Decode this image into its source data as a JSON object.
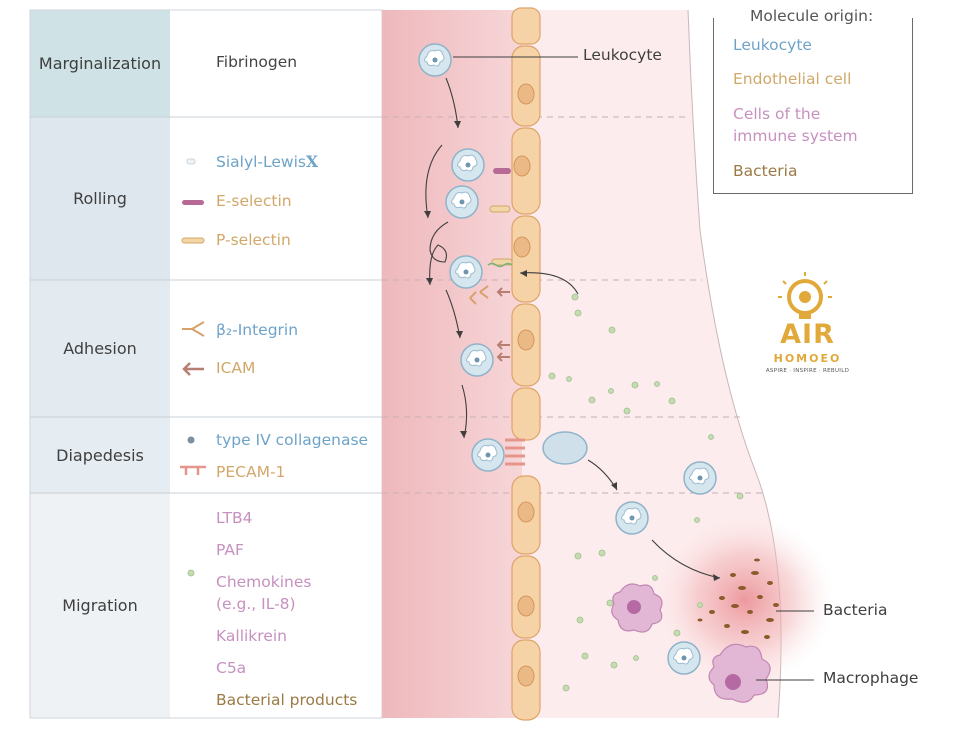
{
  "stages": [
    {
      "id": "marginalization",
      "label": "Marginalization"
    },
    {
      "id": "rolling",
      "label": "Rolling"
    },
    {
      "id": "adhesion",
      "label": "Adhesion"
    },
    {
      "id": "diapedesis",
      "label": "Diapedesis"
    },
    {
      "id": "migration",
      "label": "Migration"
    }
  ],
  "molecules": {
    "fibrinogen": "Fibrinogen",
    "sialyl_lewis": "Sialyl-Lewis",
    "sialyl_lewis_suffix": "X",
    "e_selectin": "E-selectin",
    "p_selectin": "P-selectin",
    "b2_integrin": "β₂-Integrin",
    "icam": "ICAM",
    "collagenase": "type IV collagenase",
    "pecam": "PECAM-1",
    "ltb4": "LTB4",
    "paf": "PAF",
    "chemokines_1": "Chemokines",
    "chemokines_2": "(e.g., IL-8)",
    "kallikrein": "Kallikrein",
    "c5a": "C5a",
    "bacterial_products": "Bacterial products"
  },
  "legend": {
    "title": "Molecule origin:",
    "items": [
      {
        "label": "Leukocyte",
        "color": "#6ea3c8"
      },
      {
        "label": "Endothelial cell",
        "color": "#d1a86a"
      },
      {
        "label": "Cells of the",
        "label_line2": "immune system",
        "color": "#c691bf"
      },
      {
        "label": "Bacteria",
        "color": "#9b7a45"
      }
    ]
  },
  "callouts": {
    "leukocyte": "Leukocyte",
    "bacteria": "Bacteria",
    "macrophage": "Macrophage"
  },
  "brand": {
    "name": "AIR",
    "sub": "HOMOEO",
    "tagline": "ASPIRE · INSPIRE · REBUILD",
    "color": "#e0a93a"
  },
  "colors": {
    "stage_marginalization": "#cfe3e6",
    "stage_other": "#dfe7ee",
    "vessel": "#f1c9cc",
    "tissue": "#fdeeee",
    "endothelium": "#f6d3a6",
    "nucleus": "#ebb985",
    "leukocyte": "#cfe0ea",
    "macrophage": "#d9a5cb",
    "bacteria": "#8b5a2b",
    "chemokine_dot": "#b7d3a3"
  }
}
